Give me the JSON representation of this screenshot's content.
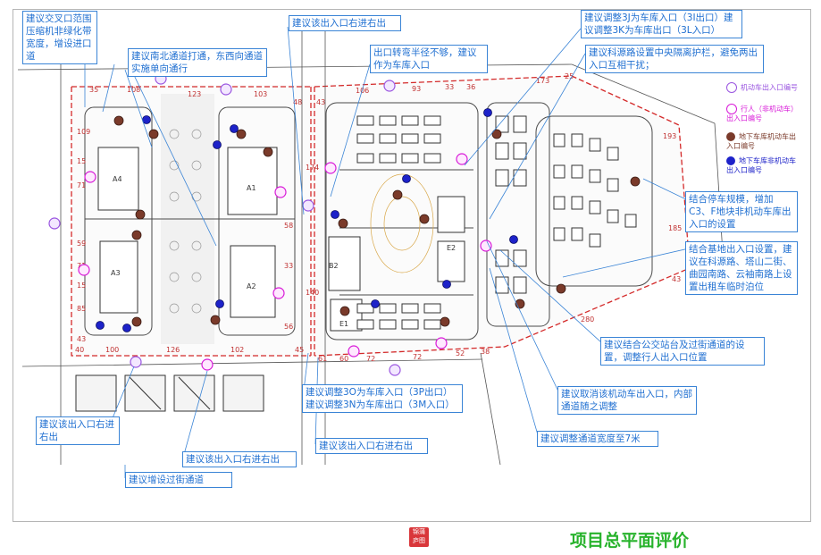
{
  "title": "项目总平面评价",
  "seal_text": "锦蒲庐图",
  "colors": {
    "annotation_blue": "#1f6fd1",
    "boundary_red": "#d42a2a",
    "marker_magenta": "#d81ad8",
    "marker_purple": "#9a55e0",
    "marker_brown": "#7a3a2a",
    "marker_navy": "#1d22c9",
    "title_green": "#28b32c"
  },
  "legend": {
    "items": [
      {
        "label": "机动车出入口编号",
        "icon": "purple-ring-marker"
      },
      {
        "label": "行人（非机动车）出入口编号",
        "icon": "magenta-ring-marker"
      },
      {
        "label": "地下车库机动车出入口编号",
        "icon": "brown-filled-marker"
      },
      {
        "label": "地下车库非机动车出入口编号",
        "icon": "navy-filled-marker"
      }
    ]
  },
  "annotations": [
    {
      "text": "建议交叉口范围压缩机非绿化带宽度，增设进口道"
    },
    {
      "text": "建议南北通道打通，东西向通道实施单向通行"
    },
    {
      "text": "建议该出入口右进右出"
    },
    {
      "text": "出口转弯半径不够，建议作为车库入口"
    },
    {
      "text": "建议调整3J为车库入口（3I出口）建议调整3K为车库出口（3L入口）"
    },
    {
      "text": "建议科源路设置中央隔离护栏，避免两出入口互相干扰；"
    },
    {
      "text": "结合停车规模，增加C3、F地块非机动车库出入口的设置"
    },
    {
      "text": "结合基地出入口设置，建议在科源路、塔山二街、曲园南路、云袖南路上设置出租车临时泊位"
    },
    {
      "text": "建议结合公交站台及过街通道的设置，调整行人出入口位置"
    },
    {
      "text": "建议取消该机动车出入口，内部通道随之调整"
    },
    {
      "text": "建议调整通道宽度至7米"
    },
    {
      "text": "建议调整3O为车库入口（3P出口）建议调整3N为车库出口（3M入口）"
    },
    {
      "text": "建议该出入口右进右出"
    },
    {
      "text": "建议该出入口右进右出"
    },
    {
      "text": "建议该出入口右进右出"
    },
    {
      "text": "建议增设过街通道"
    }
  ],
  "dimensions": {
    "top_left": [
      "35",
      "108",
      "123",
      "103",
      "48"
    ],
    "top_right": [
      "43",
      "106",
      "93",
      "33",
      "36",
      "173",
      "25"
    ],
    "left_side": [
      "109",
      "15",
      "71",
      "59",
      "71",
      "15",
      "85",
      "43"
    ],
    "bottom_left": [
      "40",
      "100",
      "126",
      "102"
    ],
    "bottom_right": [
      "45",
      "61",
      "60",
      "72",
      "72",
      "52",
      "38"
    ],
    "middle_vertical": [
      "174",
      "140",
      "58",
      "33",
      "56"
    ],
    "right_side": [
      "193",
      "185",
      "280",
      "43"
    ]
  },
  "blocks": [
    "A4",
    "A1",
    "A3",
    "A2",
    "B2",
    "E1",
    "E2"
  ]
}
